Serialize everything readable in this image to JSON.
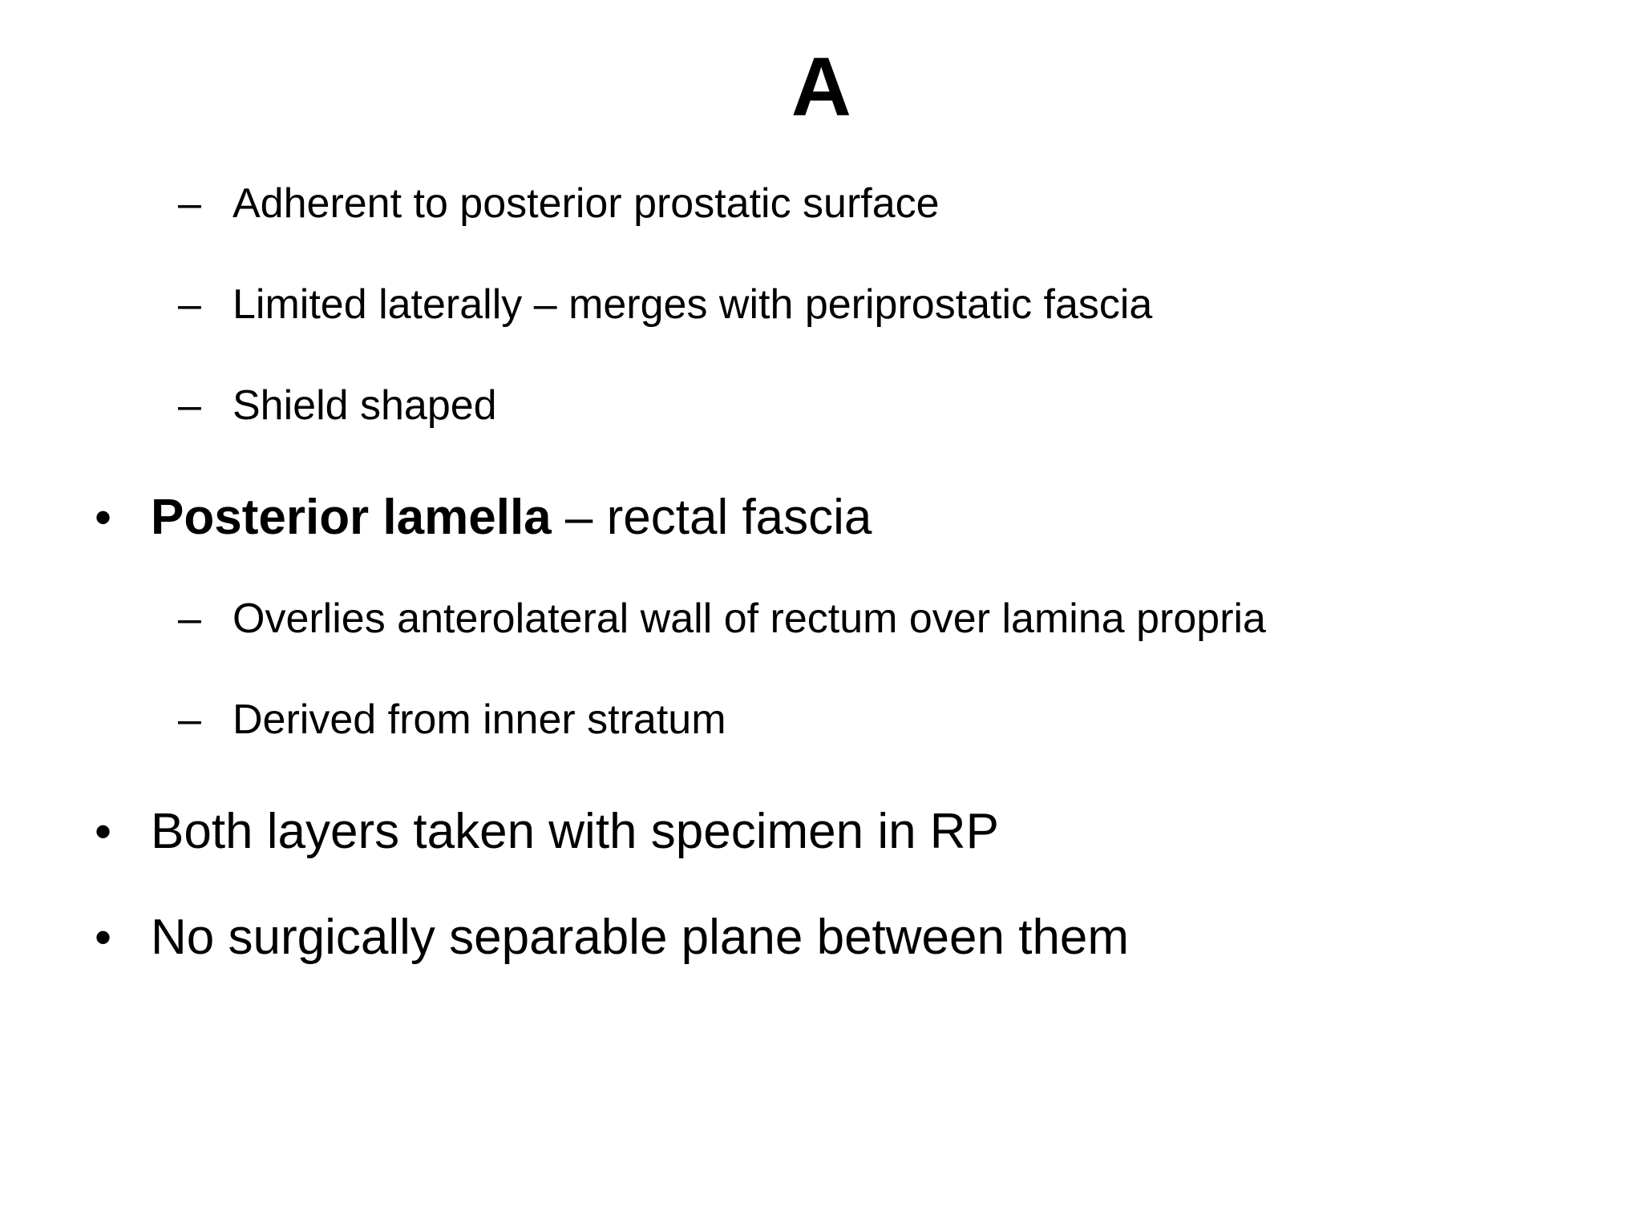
{
  "slide": {
    "title": "A",
    "background_color": "#ffffff",
    "text_color": "#000000",
    "bullets": [
      {
        "level": 2,
        "marker": "–",
        "text": "Adherent to posterior prostatic surface"
      },
      {
        "level": 2,
        "marker": "–",
        "text": "Limited laterally – merges with periprostatic fascia"
      },
      {
        "level": 2,
        "marker": "–",
        "text": "Shield shaped"
      },
      {
        "level": 1,
        "marker": "•",
        "bold_prefix": "Posterior lamella",
        "text_rest": " – rectal fascia"
      },
      {
        "level": 2,
        "marker": "–",
        "text": "Overlies anterolateral wall of rectum over lamina propria"
      },
      {
        "level": 2,
        "marker": "–",
        "text": "Derived from inner stratum"
      },
      {
        "level": 1,
        "marker": "•",
        "text": "Both layers taken with specimen in RP"
      },
      {
        "level": 1,
        "marker": "•",
        "text": "No surgically separable plane between them"
      }
    ]
  }
}
